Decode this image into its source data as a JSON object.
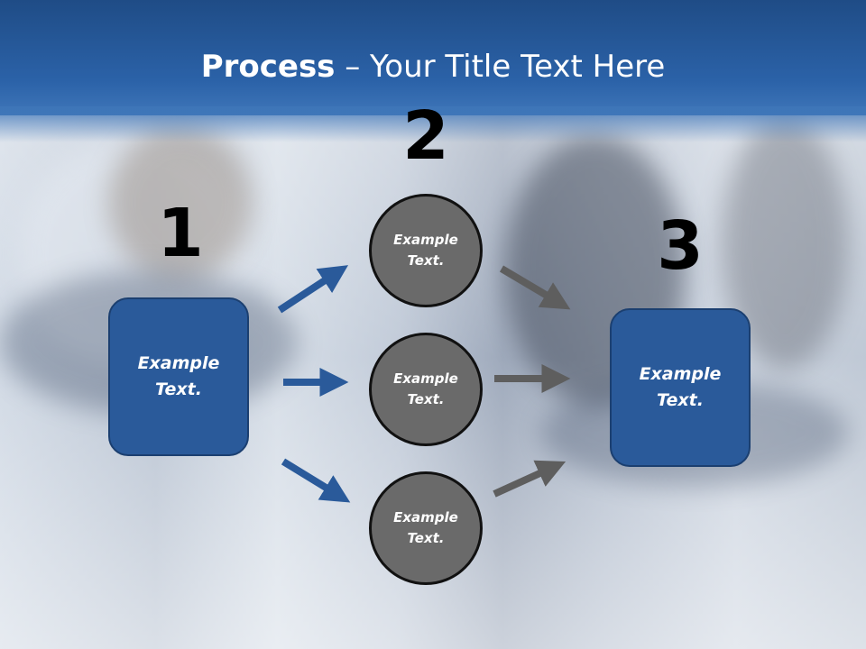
{
  "slide": {
    "title_bold": "Process",
    "title_rest": " – Your Title Text Here"
  },
  "steps": {
    "num1": "1",
    "num2": "2",
    "num3": "3"
  },
  "left_box": {
    "line1": "Example",
    "line2": "Text."
  },
  "right_box": {
    "line1": "Example",
    "line2": "Text."
  },
  "circles": [
    {
      "line1": "Example",
      "line2": "Text."
    },
    {
      "line1": "Example",
      "line2": "Text."
    },
    {
      "line1": "Example",
      "line2": "Text."
    }
  ],
  "colors": {
    "header": "#2b62a8",
    "box_fill": "#2a5a9a",
    "circle_fill": "#6a6a6a",
    "blue_arrow": "#2a5a9a",
    "gray_arrow": "#5e5e5e"
  }
}
